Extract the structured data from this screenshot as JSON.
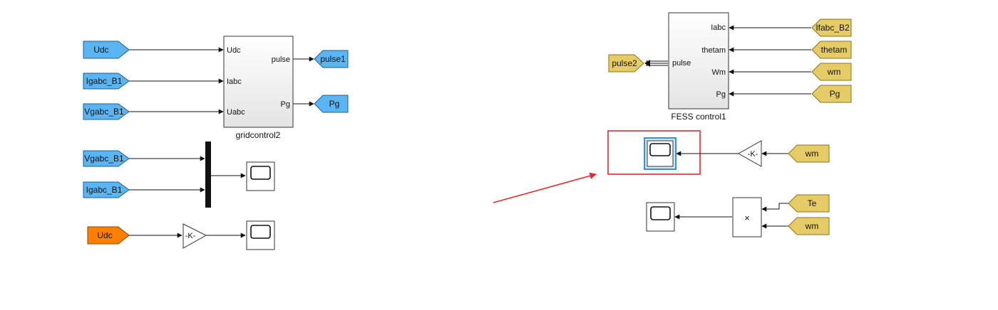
{
  "colors": {
    "goto_blue": "#5BB5F2",
    "from_blue": "#5BB5F2",
    "orange": "#FF7F00",
    "yellow": "#E6CC66",
    "highlight_red": "#E8272B",
    "selection_blue": "#3D8FD6"
  },
  "left": {
    "tags": {
      "udc_top": "Udc",
      "igabc_b1_top": "Igabc_B1",
      "vgabc_b1_top": "Vgabc_B1",
      "vgabc_b1_mid": "Vgabc_B1",
      "igabc_b1_mid": "Igabc_B1",
      "udc_orange": "Udc",
      "pulse1": "pulse1",
      "pg": "Pg"
    },
    "gridcontrol": {
      "name": "gridcontrol2",
      "in_udc": "Udc",
      "in_iabc": "Iabc",
      "in_uabc": "Uabc",
      "out_pulse": "pulse",
      "out_pg": "Pg"
    },
    "gain_label": "-K-"
  },
  "right": {
    "fess": {
      "name": "FESS control1",
      "in_iabc": "Iabc",
      "in_thetam": "thetam",
      "in_wm": "Wm",
      "in_pg": "Pg",
      "out_pulse": "pulse"
    },
    "tags": {
      "ifabc_b2": "Ifabc_B2",
      "thetam": "thetam",
      "wm": "wm",
      "pg": "Pg",
      "pulse2": "pulse2",
      "wm_gain": "wm",
      "te": "Te",
      "wm_product": "wm"
    },
    "gain_label": "-K-",
    "product_symbol": "×"
  }
}
